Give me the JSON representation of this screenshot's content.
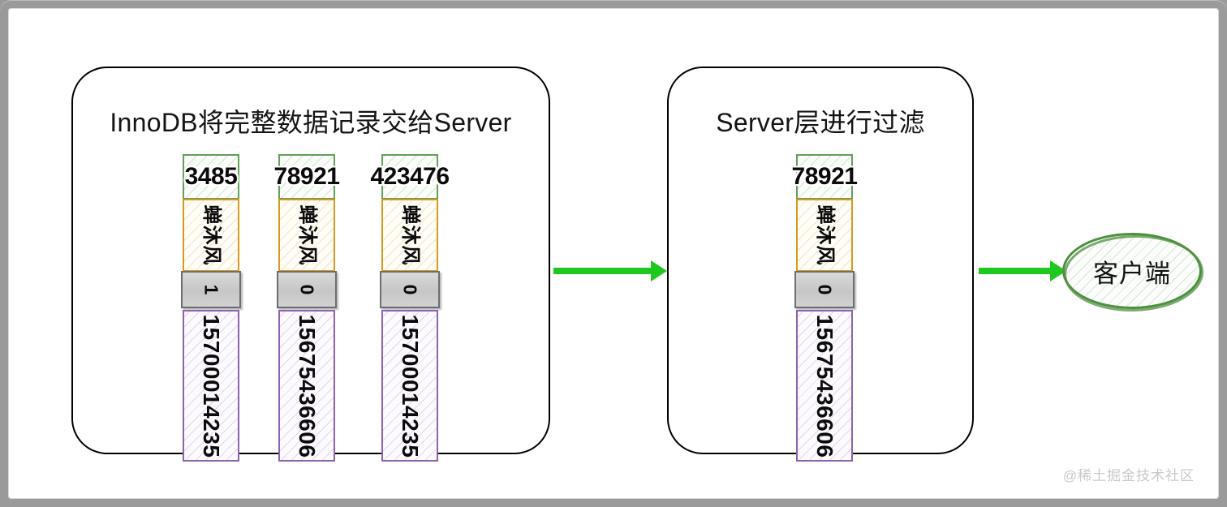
{
  "diagram": {
    "watermark": "@稀土掘金技术社区",
    "accent_arrow_color": "#1fc81f",
    "panels": [
      {
        "id": "innodb",
        "title": "InnoDB将完整数据记录交给Server",
        "records": [
          {
            "id": "3485",
            "name": "蝉沐风",
            "flag": "1",
            "phone": "15700014235"
          },
          {
            "id": "78921",
            "name": "蝉沐风",
            "flag": "0",
            "phone": "15675436606"
          },
          {
            "id": "423476",
            "name": "蝉沐风",
            "flag": "0",
            "phone": "15700014235"
          }
        ]
      },
      {
        "id": "server",
        "title": "Server层进行过滤",
        "records": [
          {
            "id": "78921",
            "name": "蝉沐风",
            "flag": "0",
            "phone": "15675436606"
          }
        ]
      }
    ],
    "arrows": [
      {
        "name": "innodb-to-server"
      },
      {
        "name": "server-to-client"
      }
    ],
    "client": {
      "label": "客户端",
      "border_color": "#4f8f3f"
    },
    "field_colors": {
      "id": "#63a058",
      "name": "#d99a1c",
      "flag": "#6e6e6e",
      "phone": "#8f62ad"
    }
  }
}
